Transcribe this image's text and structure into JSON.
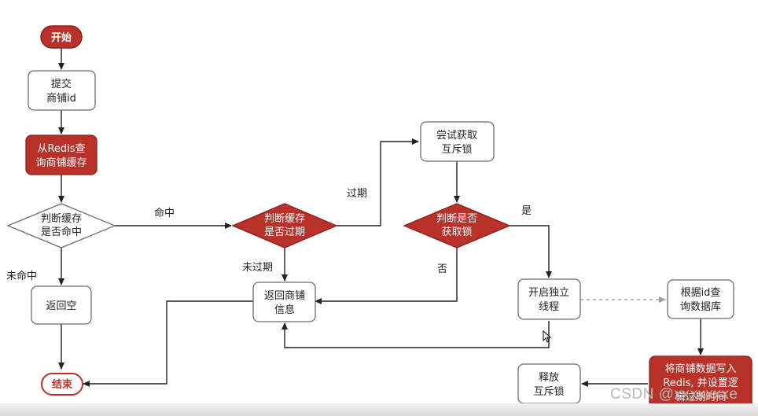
{
  "nodes": {
    "start": "开始",
    "submit": [
      "提交",
      "商铺id"
    ],
    "query_cache": [
      "从Redis查",
      "询商铺缓存"
    ],
    "cache_hit": [
      "判断缓存",
      "是否命中"
    ],
    "is_expired": [
      "判断缓存",
      "是否过期"
    ],
    "try_lock": [
      "尝试获取",
      "互斥锁"
    ],
    "got_lock": [
      "判断是否",
      "获取锁"
    ],
    "return_empty": "返回空",
    "return_info": [
      "返回商铺",
      "信息"
    ],
    "start_thread": [
      "开启独立",
      "线程"
    ],
    "query_db": [
      "根据id查",
      "询数据库"
    ],
    "write_redis": [
      "将商铺数据写入",
      "Redis, 并设置逻",
      "辑过期时间"
    ],
    "release_lock": [
      "释放",
      "互斥锁"
    ],
    "end": "结束"
  },
  "edge_labels": {
    "hit": "命中",
    "miss": "未命中",
    "expired": "过期",
    "not_expired": "未过期",
    "yes": "是",
    "no": "否"
  },
  "watermark": "CSDN @xxxxxxxe",
  "colors": {
    "red": "#b8322a",
    "red_border": "#8c1f1a",
    "box_border": "#6e6e6e",
    "line": "#222222",
    "dashed": "#a0a0a0"
  }
}
